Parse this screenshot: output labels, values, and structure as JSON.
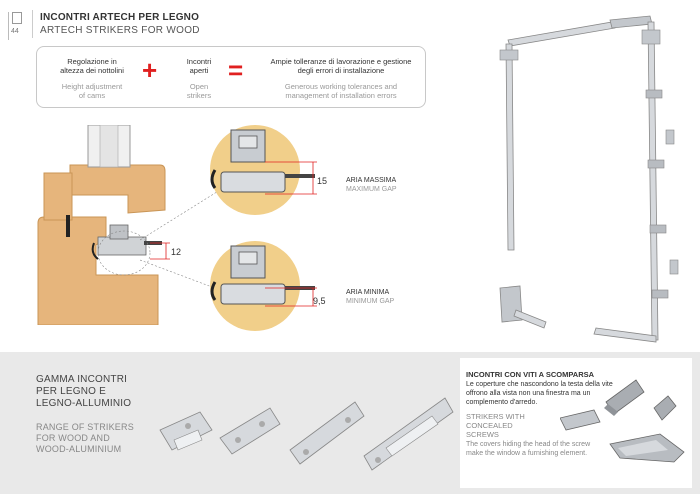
{
  "header": {
    "page_number": "44",
    "title_it": "INCONTRI ARTECH PER LEGNO",
    "title_en": "ARTECH STRIKERS FOR WOOD"
  },
  "summary": {
    "col1": {
      "it": [
        "Regolazione in",
        "altezza dei nottolini"
      ],
      "en": [
        "Height adjustment",
        "of cams"
      ]
    },
    "col2": {
      "it": [
        "Incontri",
        "aperti"
      ],
      "en": [
        "Open",
        "strikers"
      ]
    },
    "col3": {
      "it": [
        "Ampie tolleranze di lavorazione e gestione",
        "degli errori di installazione"
      ],
      "en": [
        "Generous working tolerances and",
        "management of installation errors"
      ]
    },
    "plus": "+",
    "equals": "="
  },
  "dimensions": {
    "main_gap": "12",
    "max_gap": "15",
    "min_gap": "9,5"
  },
  "max_gap": {
    "it": "ARIA MASSIMA",
    "en": "MAXIMUM GAP"
  },
  "min_gap": {
    "it": "ARIA MINIMA",
    "en": "MINIMUM GAP"
  },
  "range": {
    "it": [
      "GAMMA INCONTRI",
      "PER LEGNO E",
      "LEGNO-ALLUMINIO"
    ],
    "en": [
      "RANGE OF STRIKERS",
      "FOR WOOD AND",
      "WOOD-ALUMINIUM"
    ]
  },
  "concealed": {
    "title_it": "INCONTRI CON VITI A SCOMPARSA",
    "text_it": "Le coperture che nascondono la testa della vite offrono alla vista non una finestra ma un complemento d'arredo.",
    "title_en": [
      "STRIKERS WITH",
      "CONCEALED",
      "SCREWS"
    ],
    "text_en": "The covers hiding the head of the screw make the window a furnishing element."
  },
  "colors": {
    "accent": "#e02020",
    "wood": "#e6b57c",
    "highlight_circle": "#f1cf8a",
    "metal": "#c8ccd1"
  }
}
